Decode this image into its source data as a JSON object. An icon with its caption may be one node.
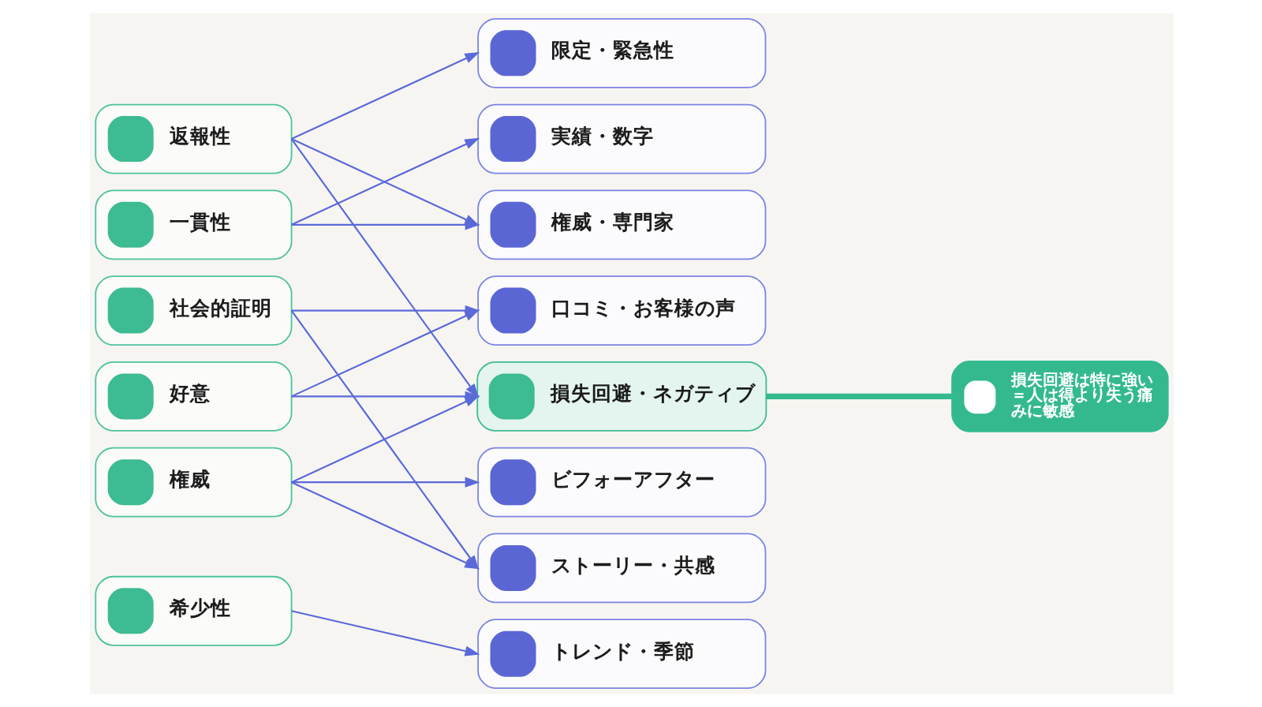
{
  "diagram": {
    "nodes": [
      {
        "text": [
          "返報性"
        ]
      },
      {
        "text": [
          "一貫性"
        ]
      },
      {
        "text": [
          "社会的証明"
        ]
      },
      {
        "text": [
          "好意"
        ]
      },
      {
        "text": [
          "権威"
        ]
      },
      {
        "text": [
          "希少性"
        ]
      },
      {
        "text": [
          "限定・緊急性"
        ]
      },
      {
        "text": [
          "実績・数字"
        ]
      },
      {
        "text": [
          "権威・専門家"
        ]
      },
      {
        "text": [
          "口コミ・お客様の声"
        ]
      },
      {
        "text": [
          "損失回避・ネガティブ"
        ]
      },
      {
        "text": [
          "ビフォーアフター"
        ]
      },
      {
        "text": [
          "ストーリー・共感"
        ]
      },
      {
        "text": [
          "トレンド・季節"
        ]
      },
      {
        "text": [
          "損失回避は特に強い＝人は得より失う痛みに敏感"
        ]
      }
    ],
    "edges": [
      {
        "from": 0,
        "to": 6,
        "arrow": "to"
      },
      {
        "from": 0,
        "to": 8,
        "arrow": "to"
      },
      {
        "from": 0,
        "to": 10,
        "arrow": "to"
      },
      {
        "from": 1,
        "to": 7,
        "arrow": "to"
      },
      {
        "from": 1,
        "to": 8,
        "arrow": "to"
      },
      {
        "from": 2,
        "to": 9,
        "arrow": "to"
      },
      {
        "from": 2,
        "to": 12,
        "arrow": "to"
      },
      {
        "from": 3,
        "to": 10,
        "arrow": "to"
      },
      {
        "from": 3,
        "to": 9,
        "arrow": "to"
      },
      {
        "from": 4,
        "to": 10,
        "arrow": "to"
      },
      {
        "from": 4,
        "to": 11,
        "arrow": "to"
      },
      {
        "from": 4,
        "to": 12,
        "arrow": "to"
      },
      {
        "from": 5,
        "to": 13,
        "arrow": "to"
      },
      {
        "from": 10,
        "to": 14,
        "arrow": "none",
        "style": "thick",
        "color": "#34b98f"
      }
    ]
  }
}
